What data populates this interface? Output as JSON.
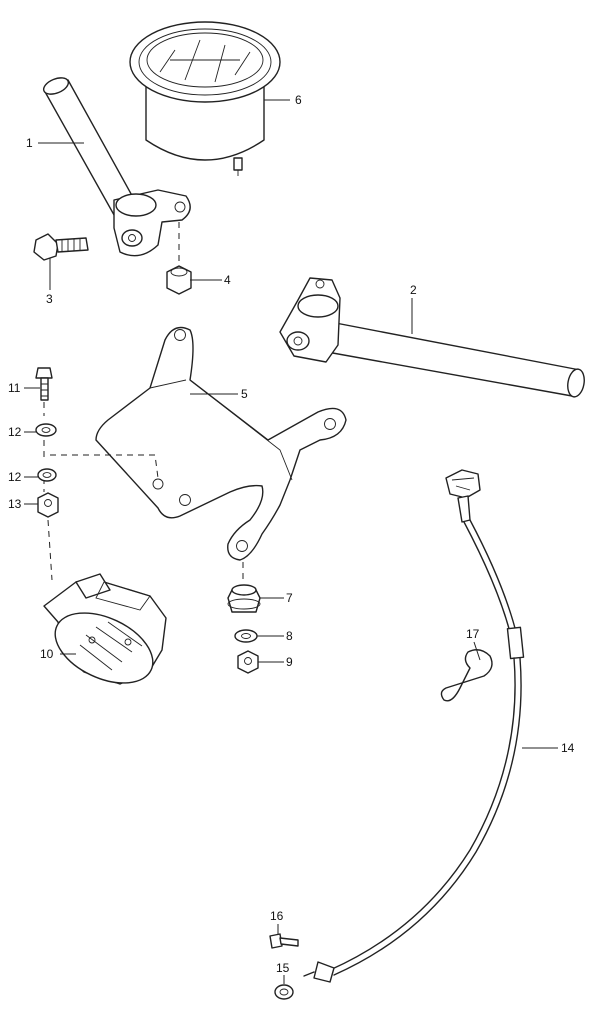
{
  "callouts": [
    {
      "id": "1",
      "label": "1"
    },
    {
      "id": "2",
      "label": "2"
    },
    {
      "id": "3",
      "label": "3"
    },
    {
      "id": "4",
      "label": "4"
    },
    {
      "id": "5",
      "label": "5"
    },
    {
      "id": "6",
      "label": "6"
    },
    {
      "id": "7",
      "label": "7"
    },
    {
      "id": "8",
      "label": "8"
    },
    {
      "id": "9",
      "label": "9"
    },
    {
      "id": "10",
      "label": "10"
    },
    {
      "id": "11",
      "label": "11"
    },
    {
      "id": "12a",
      "label": "12"
    },
    {
      "id": "12b",
      "label": "12"
    },
    {
      "id": "13",
      "label": "13"
    },
    {
      "id": "14",
      "label": "14"
    },
    {
      "id": "15",
      "label": "15"
    },
    {
      "id": "16",
      "label": "16"
    },
    {
      "id": "17",
      "label": "17"
    }
  ]
}
